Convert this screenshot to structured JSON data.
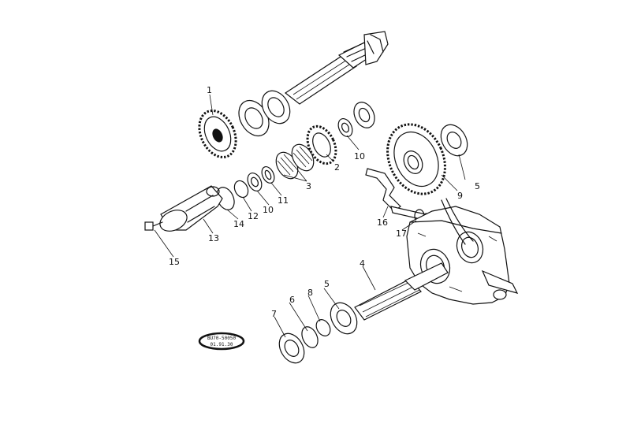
{
  "labels": [
    {
      "id": "1",
      "text": "1"
    },
    {
      "id": "2",
      "text": "2"
    },
    {
      "id": "3",
      "text": "3"
    },
    {
      "id": "4",
      "text": "4"
    },
    {
      "id": "5a",
      "text": "5"
    },
    {
      "id": "5b",
      "text": "5"
    },
    {
      "id": "6",
      "text": "6"
    },
    {
      "id": "7",
      "text": "7"
    },
    {
      "id": "8",
      "text": "8"
    },
    {
      "id": "9",
      "text": "9"
    },
    {
      "id": "10a",
      "text": "10"
    },
    {
      "id": "10b",
      "text": "10"
    },
    {
      "id": "11",
      "text": "11"
    },
    {
      "id": "12",
      "text": "12"
    },
    {
      "id": "13",
      "text": "13"
    },
    {
      "id": "14",
      "text": "14"
    },
    {
      "id": "15",
      "text": "15"
    },
    {
      "id": "16",
      "text": "16"
    },
    {
      "id": "17",
      "text": "17"
    }
  ],
  "stamp": {
    "line1": "BU70-50050",
    "line2": "01.91.30"
  }
}
